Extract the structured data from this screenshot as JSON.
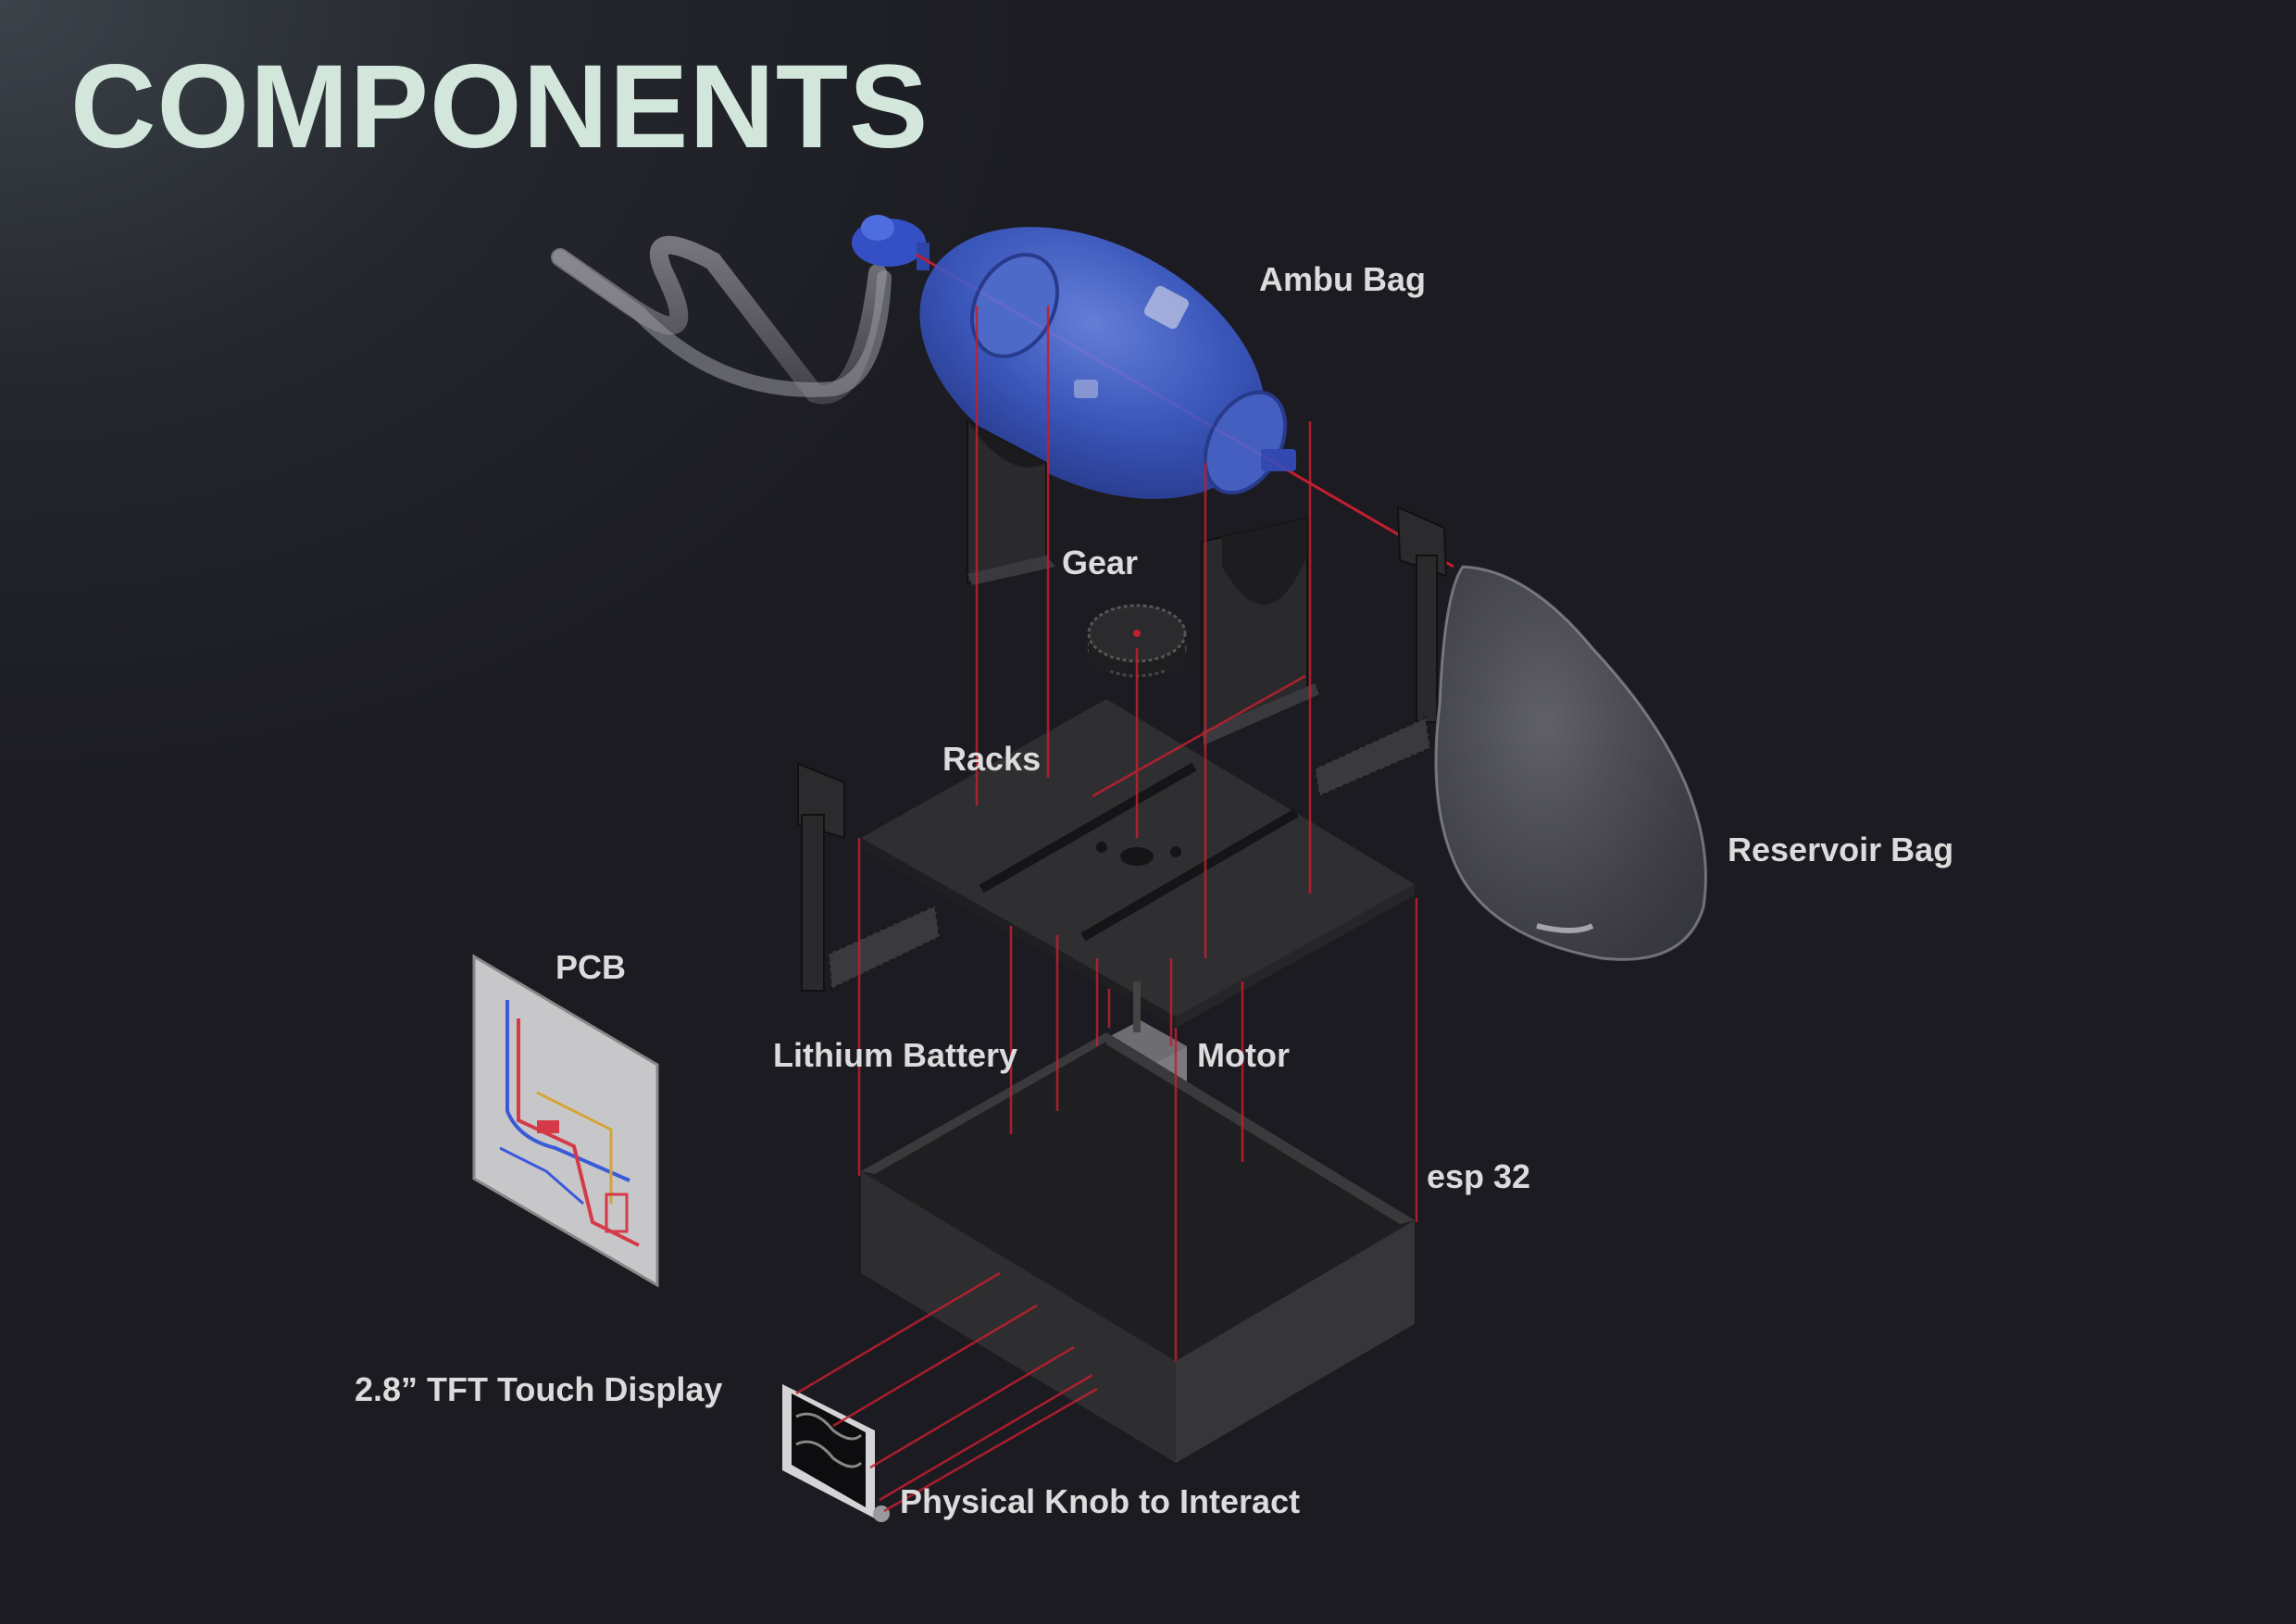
{
  "title": "COMPONENTS",
  "components": [
    {
      "id": "ambu-bag",
      "label": "Ambu Bag"
    },
    {
      "id": "gear",
      "label": "Gear"
    },
    {
      "id": "racks",
      "label": "Racks"
    },
    {
      "id": "reservoir-bag",
      "label": "Reservoir Bag"
    },
    {
      "id": "pcb",
      "label": "PCB"
    },
    {
      "id": "lithium-battery",
      "label": "Lithium Battery"
    },
    {
      "id": "motor",
      "label": "Motor"
    },
    {
      "id": "esp32",
      "label": "esp 32"
    },
    {
      "id": "tft-display",
      "label": "2.8” TFT Touch Display"
    },
    {
      "id": "knob",
      "label": "Physical Knob to Interact"
    }
  ],
  "colors": {
    "title": "#d2e6dc",
    "label": "#dcdcdc",
    "leader_line": "#c41e2e",
    "ambu_bag": "#3f5fd0",
    "housing": "#2e2e30"
  }
}
